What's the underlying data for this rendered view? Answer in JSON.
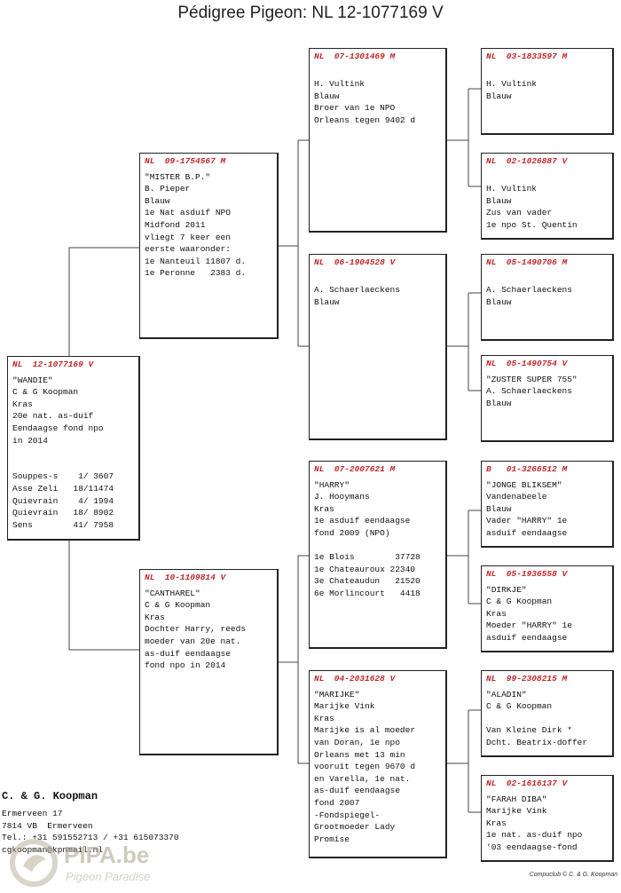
{
  "title": "Pédigree Pigeon: NL  12-1077169 V",
  "cards": [
    {
      "ring": "NL  12-1077169 V",
      "lines": [
        "\"WANDIE\"",
        "C & G Koopman",
        "Kras",
        "20e nat. as-duif",
        "Eendaagse fond npo",
        "in 2014",
        "",
        "",
        "Souppes-s    1/ 3607",
        "Asse Zeli   18/11474",
        "Quievrain    4/ 1994",
        "Quievrain   18/ 8902",
        "Sens        41/ 7958"
      ]
    },
    {
      "ring": "NL  09-1754567 M",
      "lines": [
        "\"MISTER B.P.\"",
        "B. Pieper",
        "Blauw",
        "1e Nat asduif NPO",
        "Midfond 2011",
        "vliegt 7 keer een",
        "eerste waaronder:",
        "1e Nanteuil 11807 d.",
        "1e Peronne   2383 d."
      ]
    },
    {
      "ring": "NL  10-1109814 V",
      "lines": [
        "\"CANTHAREL\"",
        "C & G Koopman",
        "Kras",
        "Dochter Harry, reeds",
        "moeder van 20e nat.",
        "as-duif eendaagse",
        "fond npo in 2014"
      ]
    },
    {
      "ring": "NL  07-1301469 M",
      "lines": [
        "",
        "H. Vultink",
        "Blauw",
        "Broer van 1e NPO",
        "Orleans tegen 9402 d"
      ]
    },
    {
      "ring": "NL  06-1904528 V",
      "lines": [
        "",
        "A. Schaerlaeckens",
        "Blauw"
      ]
    },
    {
      "ring": "NL  07-2007621 M",
      "lines": [
        "\"HARRY\"",
        "J. Hooymans",
        "Kras",
        "1e asduif eendaagse",
        "fond 2009 (NPO)",
        "",
        "1e Blois        37728",
        "1e Chateauroux 22340",
        "3e Chateaudun   21520",
        "6e Morlincourt   4418"
      ]
    },
    {
      "ring": "NL  04-2031628 V",
      "lines": [
        "\"MARIJKE\"",
        "Marijke Vink",
        "Kras",
        "Marijke is al moeder",
        "van Doran, 1e npo",
        "Orleans met 13 min",
        "vooruit tegen 9670 d",
        "en Varella, 1e nat.",
        "as-duif eendaagse",
        "fond 2007",
        "-Fondspiegel-",
        "Grootmoeder Lady",
        "Promise"
      ]
    },
    {
      "ring": "NL  03-1833597 M",
      "lines": [
        "",
        "H. Vultink",
        "Blauw"
      ]
    },
    {
      "ring": "NL  02-1026887 V",
      "lines": [
        "",
        "H. Vultink",
        "Blauw",
        "Zus van vader",
        "1e npo St. Quentin"
      ]
    },
    {
      "ring": "NL  05-1490706 M",
      "lines": [
        "",
        "A. Schaerlaeckens",
        "Blauw"
      ]
    },
    {
      "ring": "NL  05-1490754 V",
      "lines": [
        "\"ZUSTER SUPER 755\"",
        "A. Schaerlaeckens",
        "Blauw"
      ]
    },
    {
      "ring": "B   01-3266512 M",
      "lines": [
        "\"JONGE BLIKSEM\"",
        "Vandenabeele",
        "Blauw",
        "Vader \"HARRY\" 1e",
        "asduif eendaagse"
      ]
    },
    {
      "ring": "NL  05-1936558 V",
      "lines": [
        "\"DIRKJE\"",
        "C & G Koopman",
        "Kras",
        "Moeder \"HARRY\" 1e",
        "asduif eendaagse"
      ]
    },
    {
      "ring": "NL  99-2308215 M",
      "lines": [
        "\"ALADIN\"",
        "C & G Koopman",
        "",
        "Van Kleine Dirk *",
        "Dcht. Beatrix-doffer"
      ]
    },
    {
      "ring": "NL  02-1616137 V",
      "lines": [
        "\"FARAH DIBA\"",
        "Marijke Vink",
        "Kras",
        "1e nat. as-duif npo",
        "'03 eendaagse-fond"
      ]
    }
  ],
  "breeder": {
    "name": "C. & G. Koopman",
    "lines": [
      "Ermerveen 17",
      "7814 VB  Ermerveen",
      "Tel.: +31 591552713 / +31 615073370",
      "cgkoopman@kpnmail.nl"
    ]
  },
  "logo": {
    "brand": "PIPA.be",
    "tagline": "Pigeon Paradise"
  },
  "footer": "Compuclub © C. & G. Koopman"
}
